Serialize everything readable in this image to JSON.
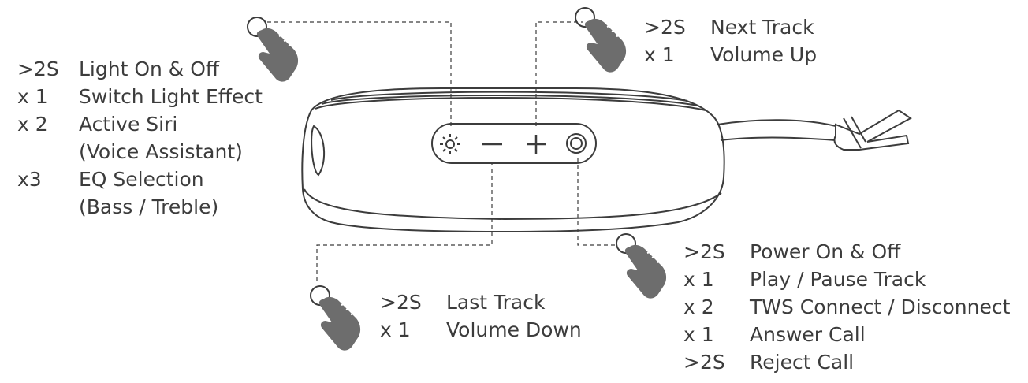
{
  "light_button": {
    "rows": [
      {
        "key": ">2S",
        "action": "Light On & Off"
      },
      {
        "key": "x 1",
        "action": "Switch Light Effect"
      },
      {
        "key": "x 2",
        "action": "Active Siri"
      },
      {
        "key": "",
        "action": "(Voice Assistant)"
      },
      {
        "key": "x3",
        "action": "EQ Selection"
      },
      {
        "key": "",
        "action": "(Bass / Treble)"
      }
    ]
  },
  "plus_button": {
    "rows": [
      {
        "key": ">2S",
        "action": "Next Track"
      },
      {
        "key": "x 1",
        "action": "Volume Up"
      }
    ]
  },
  "minus_button": {
    "rows": [
      {
        "key": ">2S",
        "action": "Last Track"
      },
      {
        "key": "x 1",
        "action": "Volume Down"
      }
    ]
  },
  "power_button": {
    "rows": [
      {
        "key": ">2S",
        "action": "Power On & Off"
      },
      {
        "key": "x 1",
        "action": "Play / Pause Track"
      },
      {
        "key": "x 2",
        "action": "TWS Connect / Disconnect"
      },
      {
        "key": "x 1",
        "action": "Answer Call"
      },
      {
        "key": ">2S",
        "action": "Reject Call"
      }
    ]
  },
  "icons": [
    "light-icon",
    "minus-icon",
    "plus-icon",
    "power-icon",
    "hand-press-icon"
  ],
  "colors": {
    "line": "#3c3c3c",
    "hand": "#6d6d6d"
  }
}
